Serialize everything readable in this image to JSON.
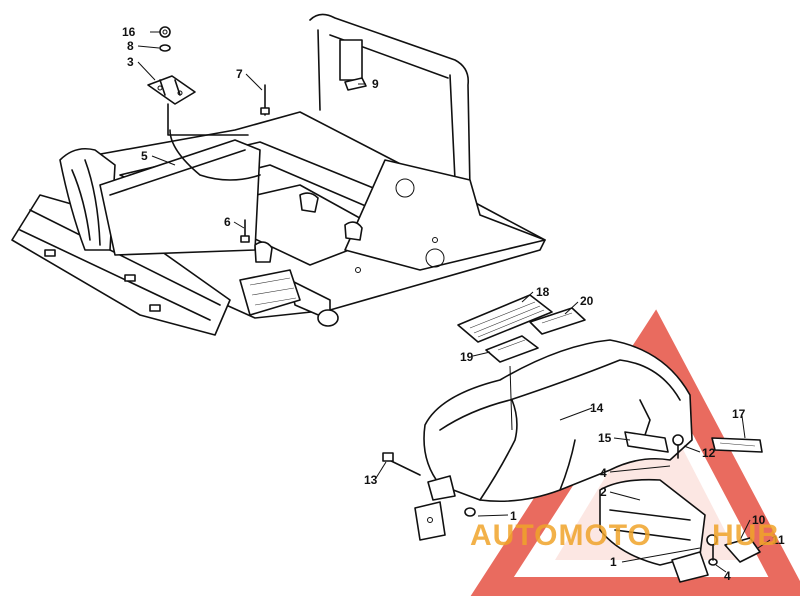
{
  "callouts": {
    "c1a": "16",
    "c2a": "8",
    "c3a": "3",
    "c4a": "7",
    "c5a": "9",
    "c6a": "5",
    "c7a": "6",
    "c8a": "18",
    "c9a": "20",
    "c10a": "19",
    "c11a": "14",
    "c12a": "17",
    "c13a": "15",
    "c14a": "12",
    "c15a": "13",
    "c16a": "4",
    "c17a": "2",
    "c18a": "1",
    "c19a": "1",
    "c20a": "10",
    "c21a": "11",
    "c22a": "4"
  },
  "watermark": {
    "left": "AUTOMOTO",
    "right": "HUB",
    "accent_color": "#e23a2a",
    "text_color": "#f0a42a"
  }
}
